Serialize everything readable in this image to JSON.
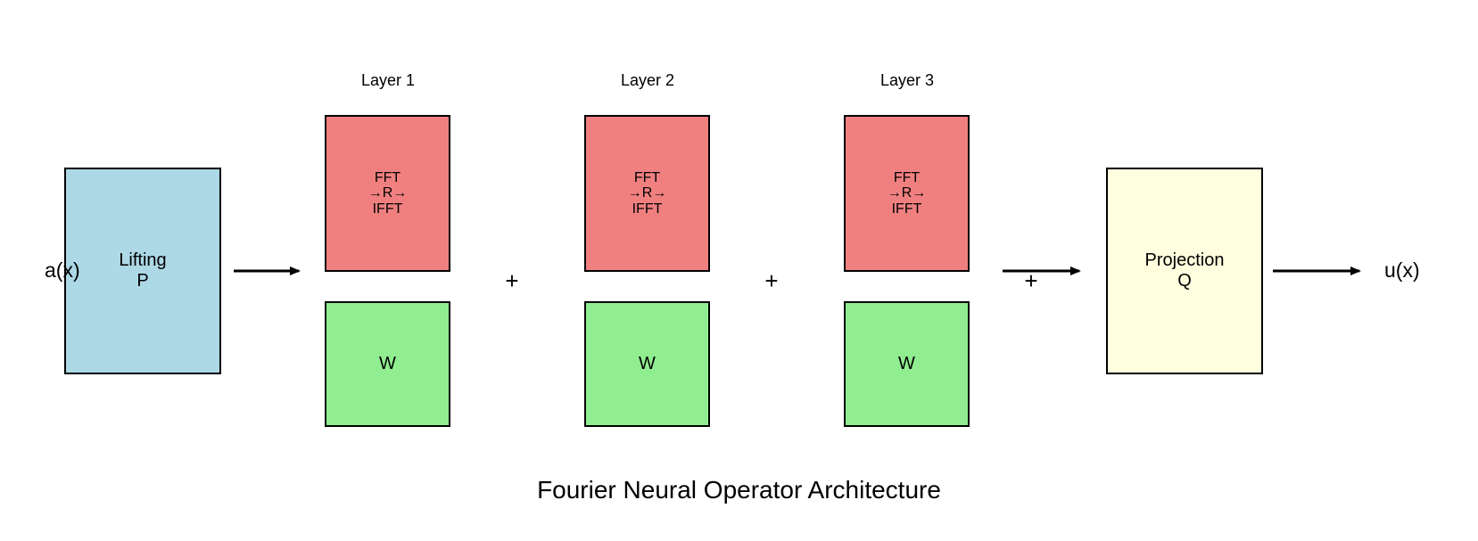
{
  "diagram": {
    "title": "Fourier Neural Operator Architecture",
    "input_label": "a(x)",
    "output_label": "u(x)",
    "lifting": {
      "text": "Lifting\nP",
      "fill": "#add8e6"
    },
    "projection": {
      "text": "Projection\nQ",
      "fill": "#ffffe0"
    },
    "layers": [
      {
        "title": "Layer 1",
        "spectral_text": "FFT\n→R→\nIFFT",
        "weight_text": "W"
      },
      {
        "title": "Layer 2",
        "spectral_text": "FFT\n→R→\nIFFT",
        "weight_text": "W"
      },
      {
        "title": "Layer 3",
        "spectral_text": "FFT\n→R→\nIFFT",
        "weight_text": "W"
      }
    ],
    "plus_symbol": "+",
    "spectral_fill": "#f08080",
    "weight_fill": "#90ee90",
    "border_color": "#000000"
  }
}
